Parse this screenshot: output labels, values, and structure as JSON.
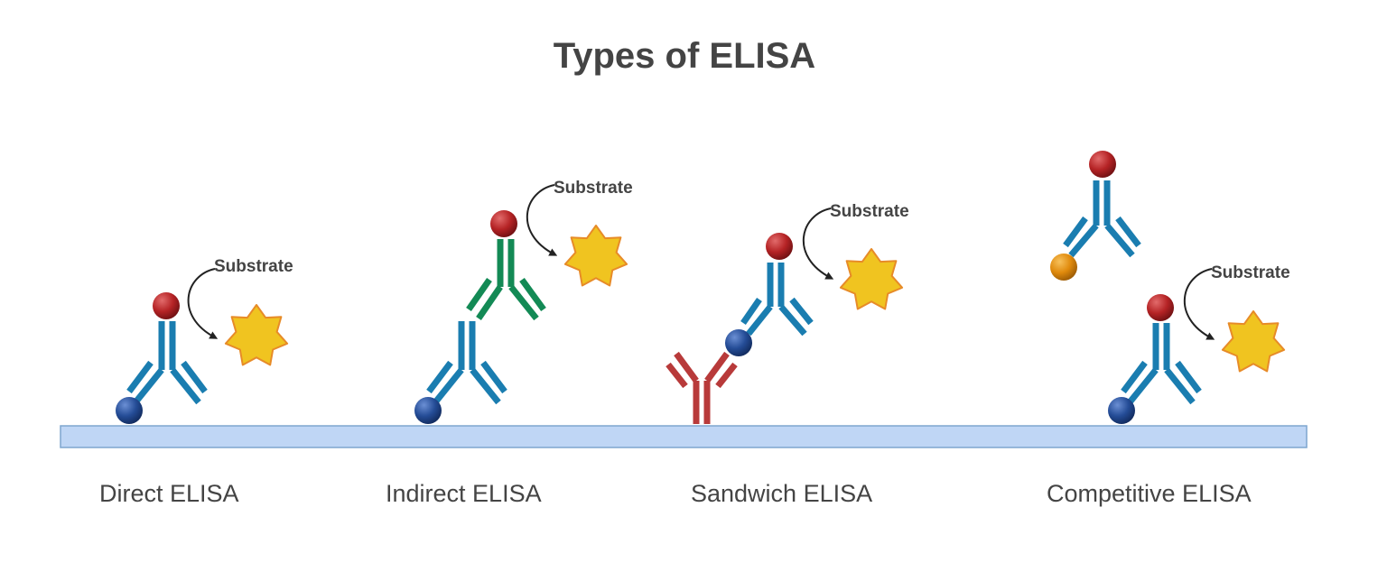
{
  "title": "Types of ELISA",
  "substrate_label": "Substrate",
  "methods": {
    "direct": "Direct ELISA",
    "indirect": "Indirect ELISA",
    "sandwich": "Sandwich ELISA",
    "competitive": "Competitive ELISA"
  },
  "colors": {
    "plate": "#bfd6f5",
    "plate_border": "#7ea6cf",
    "primary_antibody": "#1a7db0",
    "secondary_antibody": "#138a55",
    "capture_antibody": "#b83a3a",
    "enzyme": "#b52325",
    "antigen": "#244c96",
    "competitor_antigen": "#e08a0c",
    "product_star": "#f0c420",
    "product_star_outline": "#e78b28",
    "arrow": "#222222",
    "text": "#444444"
  },
  "icons": [
    "antibody-icon",
    "enzyme-icon",
    "antigen-icon",
    "product-star-icon",
    "curved-arrow-icon"
  ]
}
